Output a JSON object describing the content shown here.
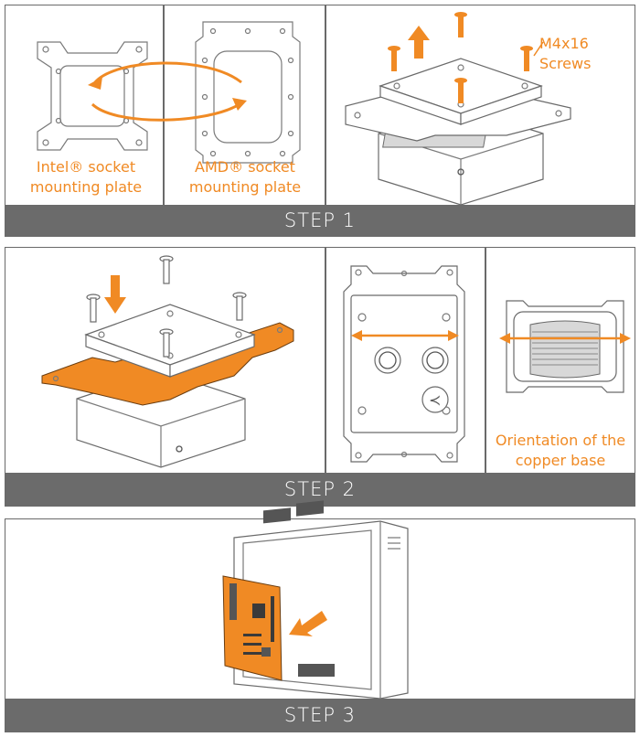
{
  "step1": {
    "label": "STEP 1",
    "intel_label_line1": "Intel® socket",
    "intel_label_line2": "mounting plate",
    "amd_label_line1": "AMD® socket",
    "amd_label_line2": "mounting plate",
    "screws_label_line1": "M4x16",
    "screws_label_line2": "Screws"
  },
  "step2": {
    "label": "STEP 2",
    "orientation_line1": "Orientation of the",
    "orientation_line2": "copper base"
  },
  "step3": {
    "label": "STEP 3"
  },
  "colors": {
    "accent": "#f08a24",
    "bar": "#6b6b6b",
    "line": "#6a6a6a"
  }
}
